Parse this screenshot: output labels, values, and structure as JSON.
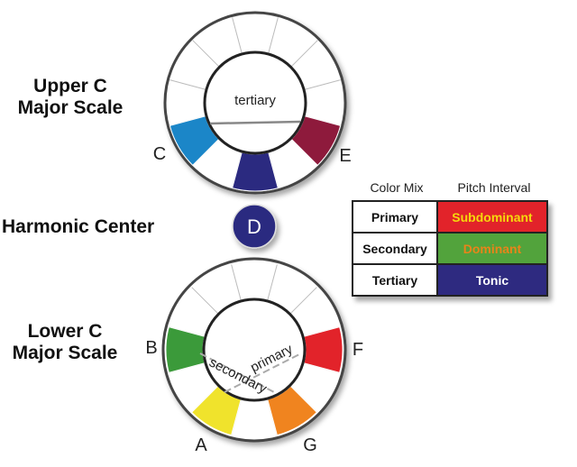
{
  "titles": {
    "upper": "Upper C Major Scale",
    "center": "Harmonic Center",
    "lower": "Lower C Major Scale"
  },
  "upper_wheel": {
    "segments": 12,
    "inner_label": "tertiary",
    "notes": [
      {
        "label": "C",
        "color": "#1b86c8"
      },
      {
        "label": "E",
        "color": "#8e1a3c"
      }
    ],
    "bottom_segment_color": "#2b2a80"
  },
  "center_note": {
    "label": "D",
    "color": "#2b2a80"
  },
  "lower_wheel": {
    "segments": 12,
    "inner_labels": [
      "primary",
      "secondary"
    ],
    "notes": [
      {
        "label": "B",
        "color": "#3b9a3a"
      },
      {
        "label": "F",
        "color": "#e2232a"
      },
      {
        "label": "A",
        "color": "#f0e32c"
      },
      {
        "label": "G",
        "color": "#f0841f"
      }
    ]
  },
  "legend": {
    "col_mix": "Color Mix",
    "col_pitch": "Pitch Interval",
    "rows": [
      {
        "mix": "Primary",
        "pitch": "Subdominant",
        "bg": "#e2232a",
        "fg": "#f5d90c"
      },
      {
        "mix": "Secondary",
        "pitch": "Dominant",
        "bg": "#52a33c",
        "fg": "#e8841a"
      },
      {
        "mix": "Tertiary",
        "pitch": "Tonic",
        "bg": "#2e2a80",
        "fg": "#ffffff"
      }
    ]
  }
}
